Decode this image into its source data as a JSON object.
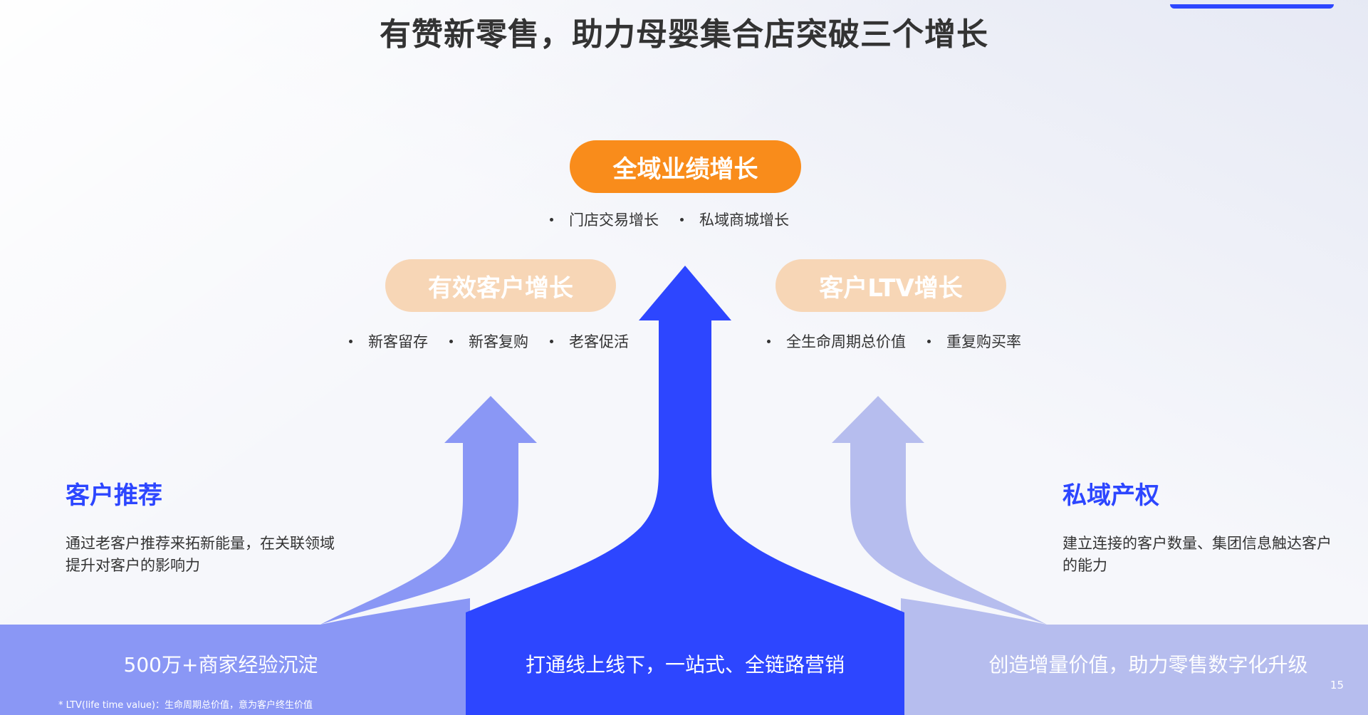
{
  "title": "有赞新零售，助力母婴集合店突破三个增长",
  "main_goal": {
    "label": "全域业绩增长",
    "bullets": [
      "门店交易增长",
      "私域商城增长"
    ]
  },
  "left_goal": {
    "label": "有效客户增长",
    "bullets": [
      "新客留存",
      "新客复购",
      "老客促活"
    ]
  },
  "right_goal": {
    "label": "客户LTV增长",
    "bullets": [
      "全生命周期总价值",
      "重复购买率"
    ]
  },
  "left_side": {
    "title": "客户推荐",
    "desc_line1": "通过老客户推荐来拓新能量，在关联领域",
    "desc_line2": "提升对客户的影响力"
  },
  "right_side": {
    "title": "私域产权",
    "desc_line1": "建立连接的客户数量、集团信息触达客户",
    "desc_line2": "的能力"
  },
  "bottom": {
    "left": "500万+商家经验沉淀",
    "center": "打通线上线下，一站式、全链路营销",
    "right": "创造增量价值，助力零售数字化升级"
  },
  "footnote": "* LTV(life time value)：生命周期总价值，意为客户终生价值",
  "page_number": "15",
  "colors": {
    "accent_blue": "#2d46ff",
    "mid_blue": "#8a97f5",
    "light_blue": "#b6bdee",
    "orange": "#f98c1b",
    "peach": "#f7d6b6"
  }
}
